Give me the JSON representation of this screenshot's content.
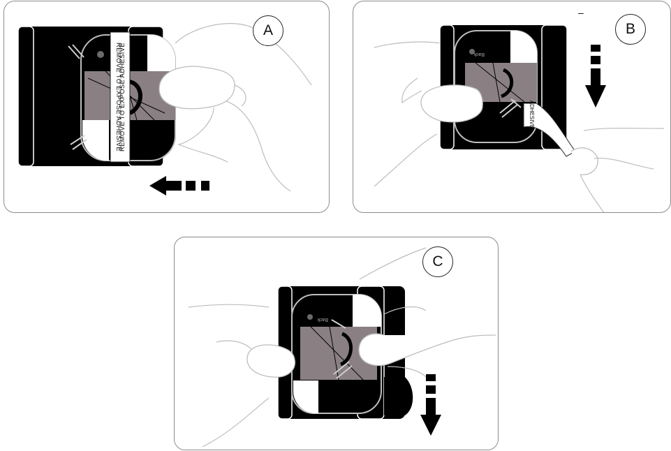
{
  "panels": [
    {
      "label": "A",
      "strip_text": "REMOVE TO EXPOSE ADHESIVE",
      "arrow_direction": "left"
    },
    {
      "label": "B",
      "strip_text": "ADHESIVE",
      "stray_mark": "–",
      "arrow_direction": "down"
    },
    {
      "label": "C",
      "arrow_direction": "down"
    }
  ],
  "sensor_text": "Back",
  "colors": {
    "frame": "#000000",
    "panel_border": "#8c8c8c",
    "sensor_gray": "#8a8083",
    "hand_outline": "#bdbdbd"
  }
}
